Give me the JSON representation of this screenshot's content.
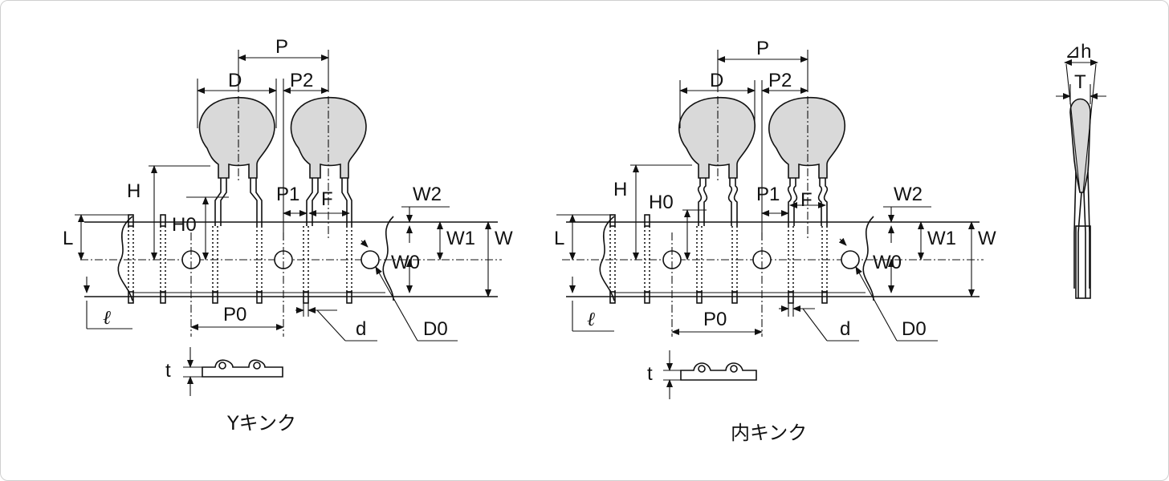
{
  "figures": {
    "y_kink": {
      "caption": "Yキンク",
      "labels": {
        "P": "P",
        "D": "D",
        "P2": "P2",
        "H": "H",
        "P1": "P1",
        "F": "F",
        "W2": "W2",
        "L": "L",
        "H0": "H0",
        "W1": "W1",
        "W": "W",
        "W0": "W0",
        "ell": "ℓ",
        "P0": "P0",
        "d": "d",
        "D0": "D0",
        "t": "t"
      }
    },
    "inner_kink": {
      "caption": "内キンク",
      "labels": {
        "P": "P",
        "D": "D",
        "P2": "P2",
        "H": "H",
        "H0": "H0",
        "P1": "P1",
        "F": "F",
        "W2": "W2",
        "L": "L",
        "W1": "W1",
        "W": "W",
        "W0": "W0",
        "ell": "ℓ",
        "P0": "P0",
        "d": "d",
        "D0": "D0",
        "t": "t"
      }
    },
    "side_view": {
      "labels": {
        "dh": "⊿h",
        "T": "T"
      }
    }
  },
  "colors": {
    "line": "#111111",
    "body_fill": "#d9d9d9",
    "frame": "#cfcfcf"
  }
}
